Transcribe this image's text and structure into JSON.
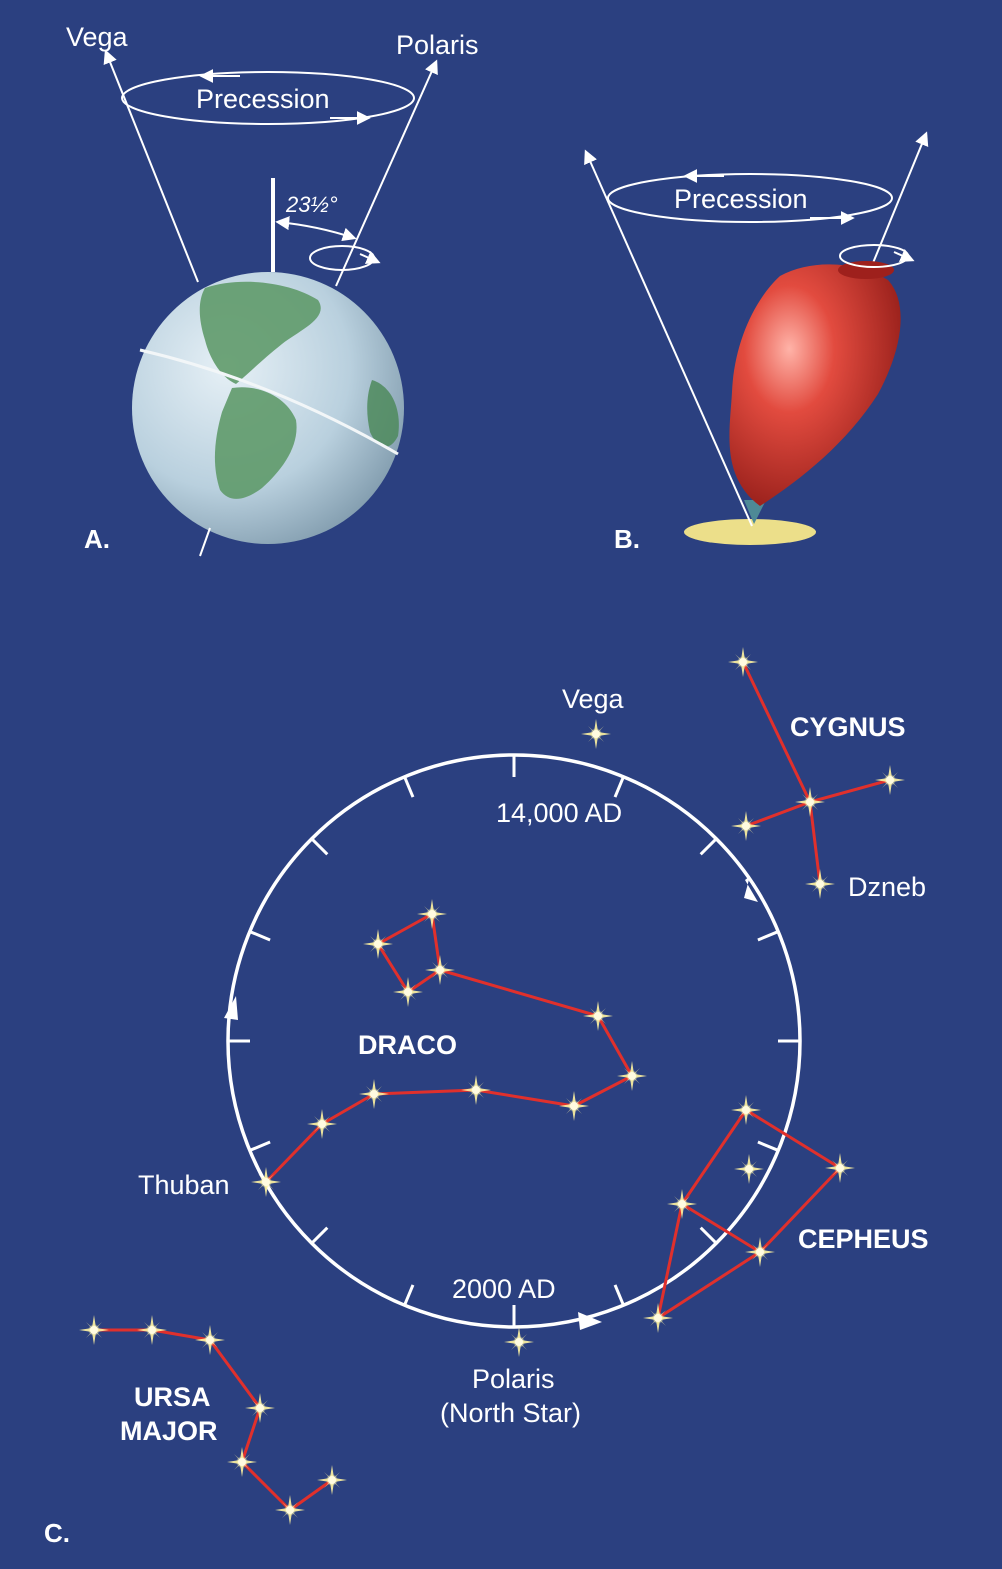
{
  "panel_a": {
    "letter": "A.",
    "star_left": "Vega",
    "star_right": "Polaris",
    "cone_label": "Precession",
    "tilt": "23½°"
  },
  "panel_b": {
    "letter": "B.",
    "cone_label": "Precession"
  },
  "panel_c": {
    "letter": "C.",
    "circle_top_date": "14,000 AD",
    "circle_bottom_date": "2000 AD",
    "stars": {
      "vega": "Vega",
      "dzneb": "Dzneb",
      "thuban": "Thuban",
      "polaris_line1": "Polaris",
      "polaris_line2": "(North Star)"
    },
    "constellations": {
      "cygnus": "CYGNUS",
      "draco": "DRACO",
      "cepheus": "CEPHEUS",
      "ursa_major_line1": "URSA",
      "ursa_major_line2": "MAJOR"
    }
  },
  "colors": {
    "background": "#2b4080",
    "constellation_line": "#e0302c",
    "star": "#fff7b0",
    "top_body": "#d9342c",
    "earth_ocean": "#c9dde8",
    "earth_land": "#5f9a6a"
  }
}
